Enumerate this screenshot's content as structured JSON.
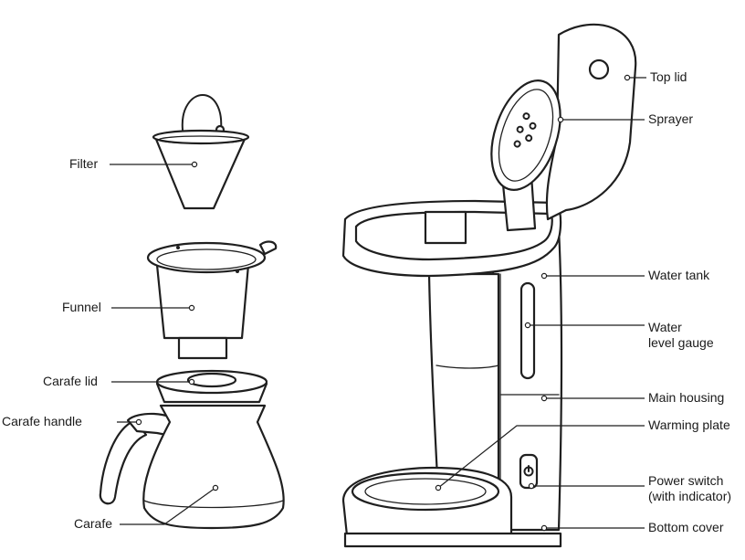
{
  "labels": {
    "top_lid": "Top lid",
    "sprayer": "Sprayer",
    "filter": "Filter",
    "funnel": "Funnel",
    "water_tank": "Water tank",
    "water_level_gauge": "Water\nlevel gauge",
    "carafe_lid": "Carafe lid",
    "main_housing": "Main housing",
    "carafe_handle": "Carafe handle",
    "warming_plate": "Warming plate",
    "power_switch": "Power switch\n(with indicator)",
    "carafe": "Carafe",
    "bottom_cover": "Bottom cover"
  }
}
